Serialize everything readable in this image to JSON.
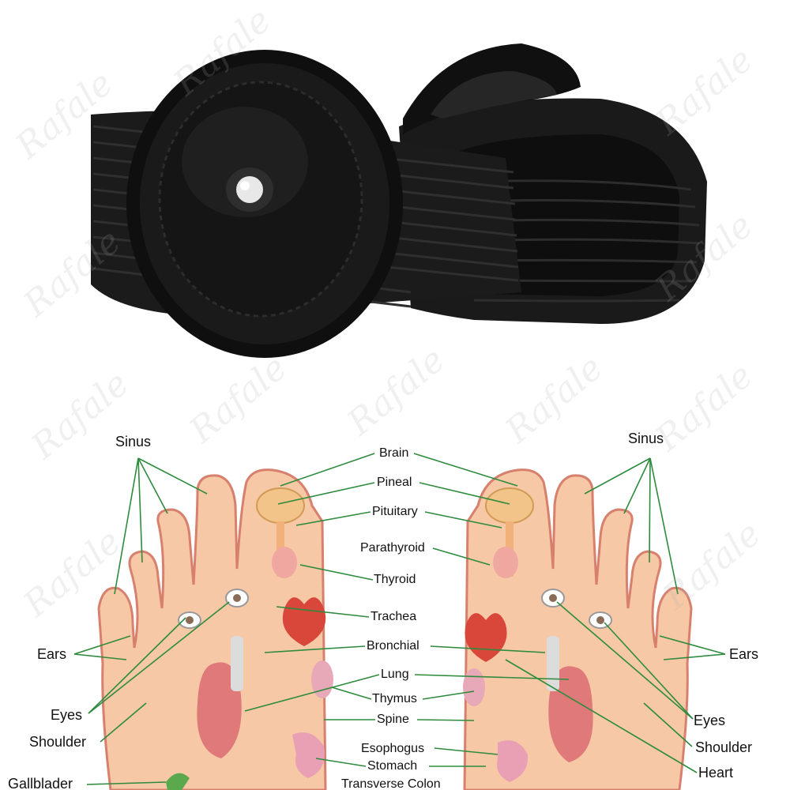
{
  "watermark": "Rafale",
  "colors": {
    "band": "#1b1b1b",
    "leather": "#141414",
    "skin": "#f6c8a6",
    "skin_outline": "#d8806e",
    "leader_line": "#2e8b3e"
  },
  "labels": {
    "sinus_left": "Sinus",
    "sinus_right": "Sinus",
    "brain": "Brain",
    "pineal": "Pineal",
    "pituitary": "Pituitary",
    "parathyroid": "Parathyroid",
    "thyroid": "Thyroid",
    "trachea": "Trachea",
    "bronchial": "Bronchial",
    "lung": "Lung",
    "thymus": "Thymus",
    "spine": "Spine",
    "esophogus": "Esophogus",
    "stomach": "Stomach",
    "transverse_colon": "Transverse Colon",
    "ears_left": "Ears",
    "eyes_left": "Eyes",
    "shoulder_left": "Shoulder",
    "gallbladder": "Gallblader",
    "ears_right": "Ears",
    "eyes_right": "Eyes",
    "shoulder_right": "Shoulder",
    "heart": "Heart"
  }
}
